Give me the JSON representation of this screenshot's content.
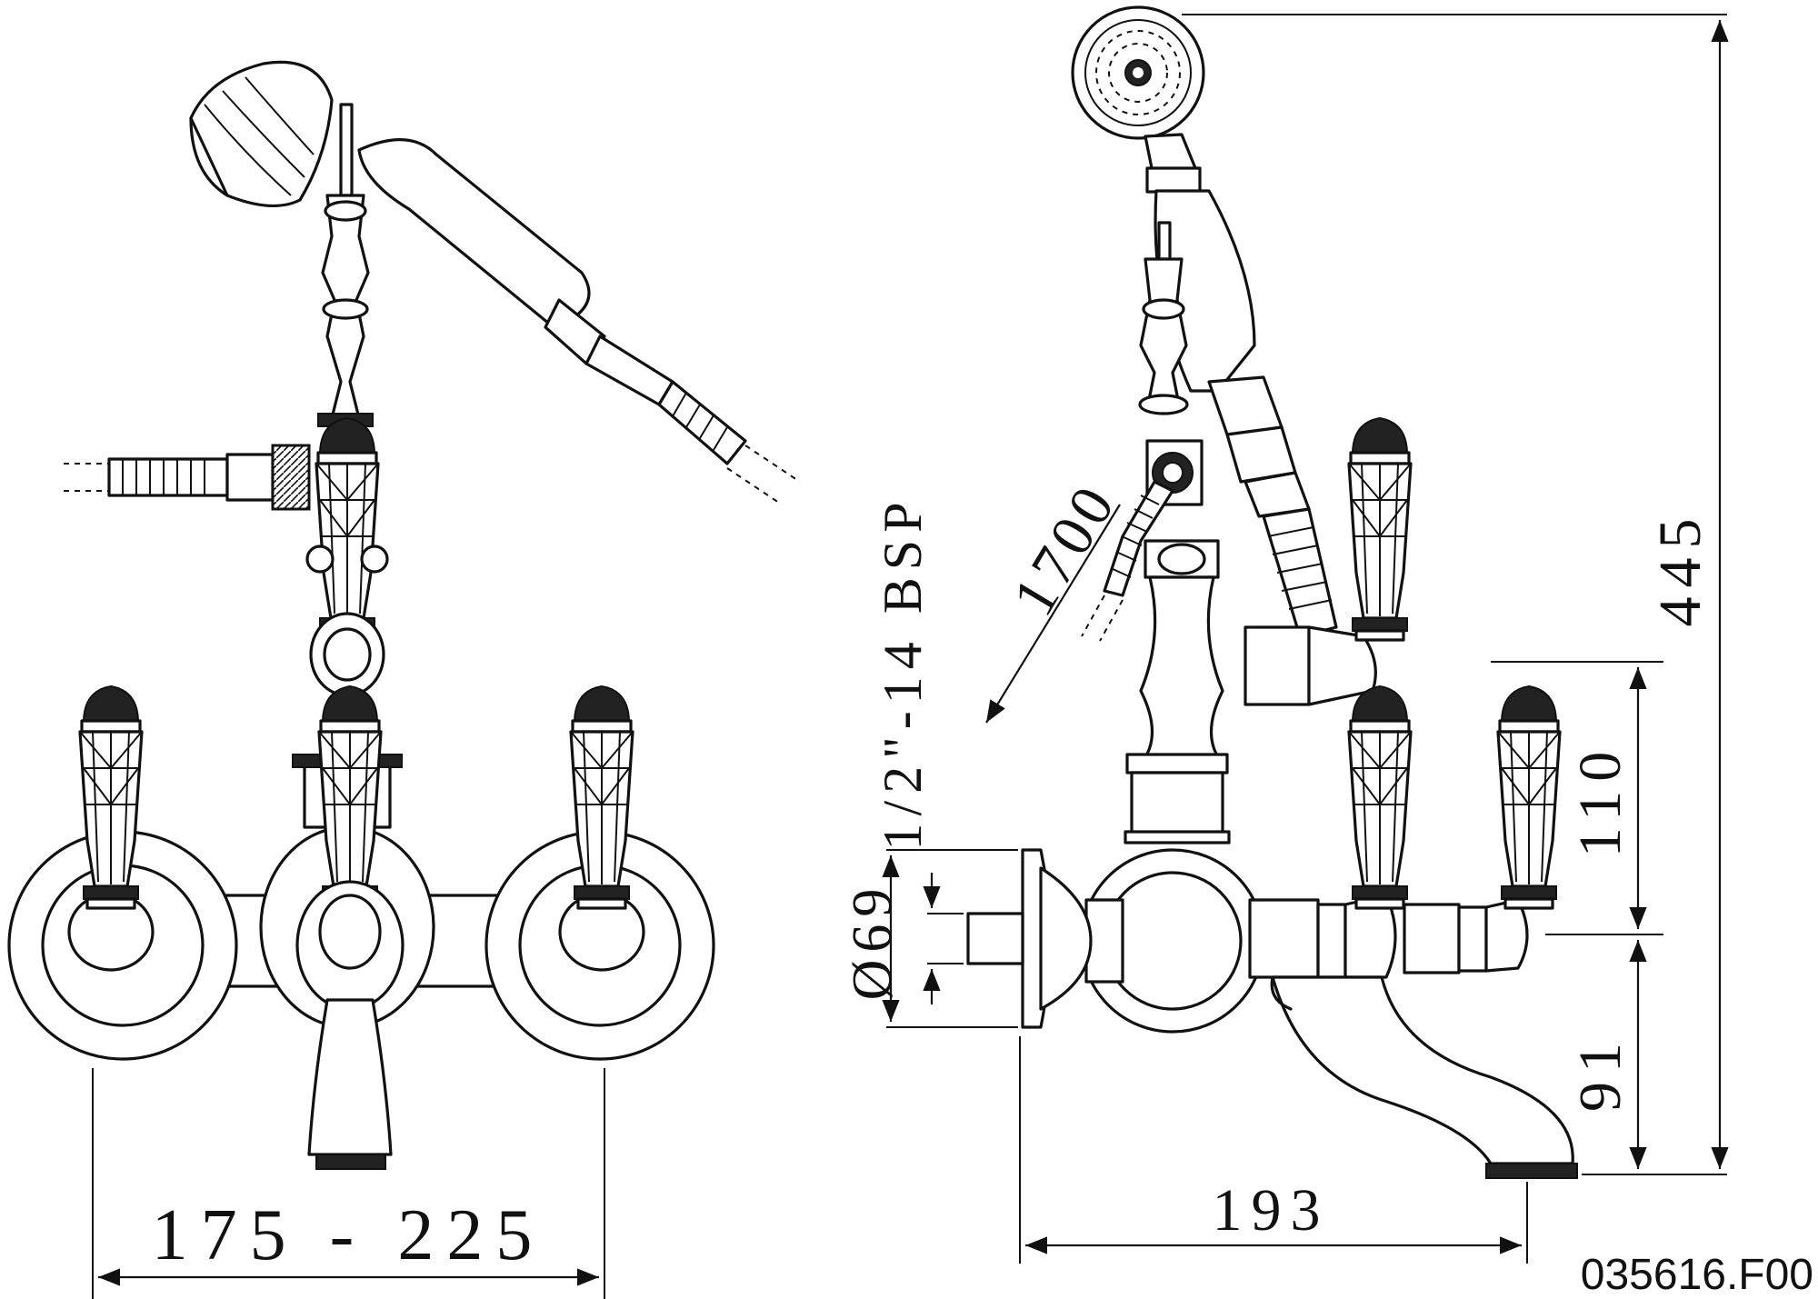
{
  "drawing": {
    "code": "035616.F00",
    "front_view": {
      "width_range": "175 - 225"
    },
    "side_view": {
      "hose_length": "1700",
      "thread": "1/2\"-14 BSP",
      "flange_diameter": "Ø69",
      "total_height": "445",
      "upper_height": "110",
      "spout_height": "91",
      "projection": "193"
    }
  }
}
